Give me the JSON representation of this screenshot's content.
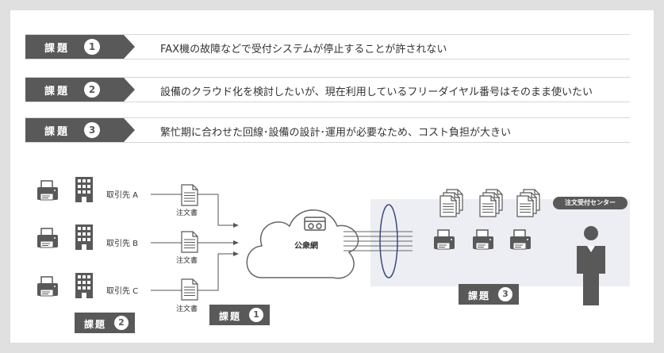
{
  "issues": [
    {
      "label": "課題",
      "number": "1",
      "text": "FAX機の故障などで受付システムが停止することが許されない"
    },
    {
      "label": "課題",
      "number": "2",
      "text": "設備のクラウド化を検討したいが、現在利用しているフリーダイヤル番号はそのまま使いたい"
    },
    {
      "label": "課題",
      "number": "3",
      "text": "繁忙期に合わせた回線･設備の設計･運用が必要なため、コスト負担が大きい"
    }
  ],
  "diagram": {
    "clients": [
      "取引先 A",
      "取引先 B",
      "取引先 C"
    ],
    "order_doc_label": "注文書",
    "network_label": "公衆網",
    "center_label": "注文受付センター",
    "badges": [
      {
        "label": "課題",
        "number": "2"
      },
      {
        "label": "課題",
        "number": "1"
      },
      {
        "label": "課題",
        "number": "3"
      }
    ]
  },
  "colors": {
    "background": "#e0e0e0",
    "tag": "#595959",
    "icon": "#595959",
    "center_area": "#eceef4",
    "ellipse": "#3d4a78"
  }
}
